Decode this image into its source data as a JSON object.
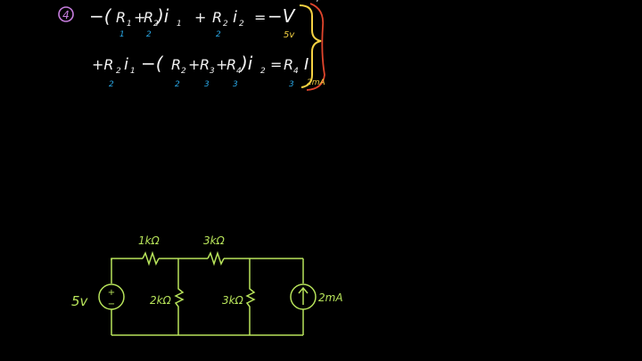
{
  "equations": {
    "step_number": "4",
    "eq1": {
      "minus_open": "−(",
      "r1": "R",
      "r1_sub": "1",
      "plus1": "+",
      "r2": "R",
      "r2_sub": "2",
      "close_i1": ")i",
      "i1_sub": "1",
      "plus2": "+",
      "r2b": "R",
      "r2b_sub": "2",
      "i2": "i",
      "i2_sub": "2",
      "equals": "=",
      "rhs": "−V",
      "rhs_value": "5v",
      "r1_value": "1",
      "r2_value": "2",
      "r2b_value": "2"
    },
    "eq2": {
      "plus_r2": "+R",
      "r2_sub": "2",
      "i1": "i",
      "i1_sub": "1",
      "minus_open": "−(",
      "r2": "R",
      "r2_sub2": "2",
      "plus1": "+",
      "r3": "R",
      "r3_sub": "3",
      "plus2": "+",
      "r4": "R",
      "r4_sub": "4",
      "close_i2": ")i",
      "i2_sub": "2",
      "equals": "=",
      "r4_rhs": "R",
      "r4_rhs_sub": "4",
      "current": "I",
      "r2_value": "2",
      "r2b_value": "2",
      "r3_value": "3",
      "r4_value": "3",
      "r4_rhs_value": "3",
      "current_value": "2mA"
    },
    "tick_mark": "’"
  },
  "circuit": {
    "r1_label": "1kΩ",
    "r3_label": "3kΩ",
    "r2_label": "2kΩ",
    "r4_label": "3kΩ",
    "source_label": "5v",
    "source_plus": "+",
    "source_minus": "−",
    "current_label": "2mA"
  },
  "colors": {
    "background": "#000000",
    "equation_text": "#f2f2f2",
    "values": "#29a9e8",
    "bracket": "#f5d142",
    "underline_box": "#e0452c",
    "circuit": "#b7e35a",
    "step_circle": "#c77dde"
  }
}
